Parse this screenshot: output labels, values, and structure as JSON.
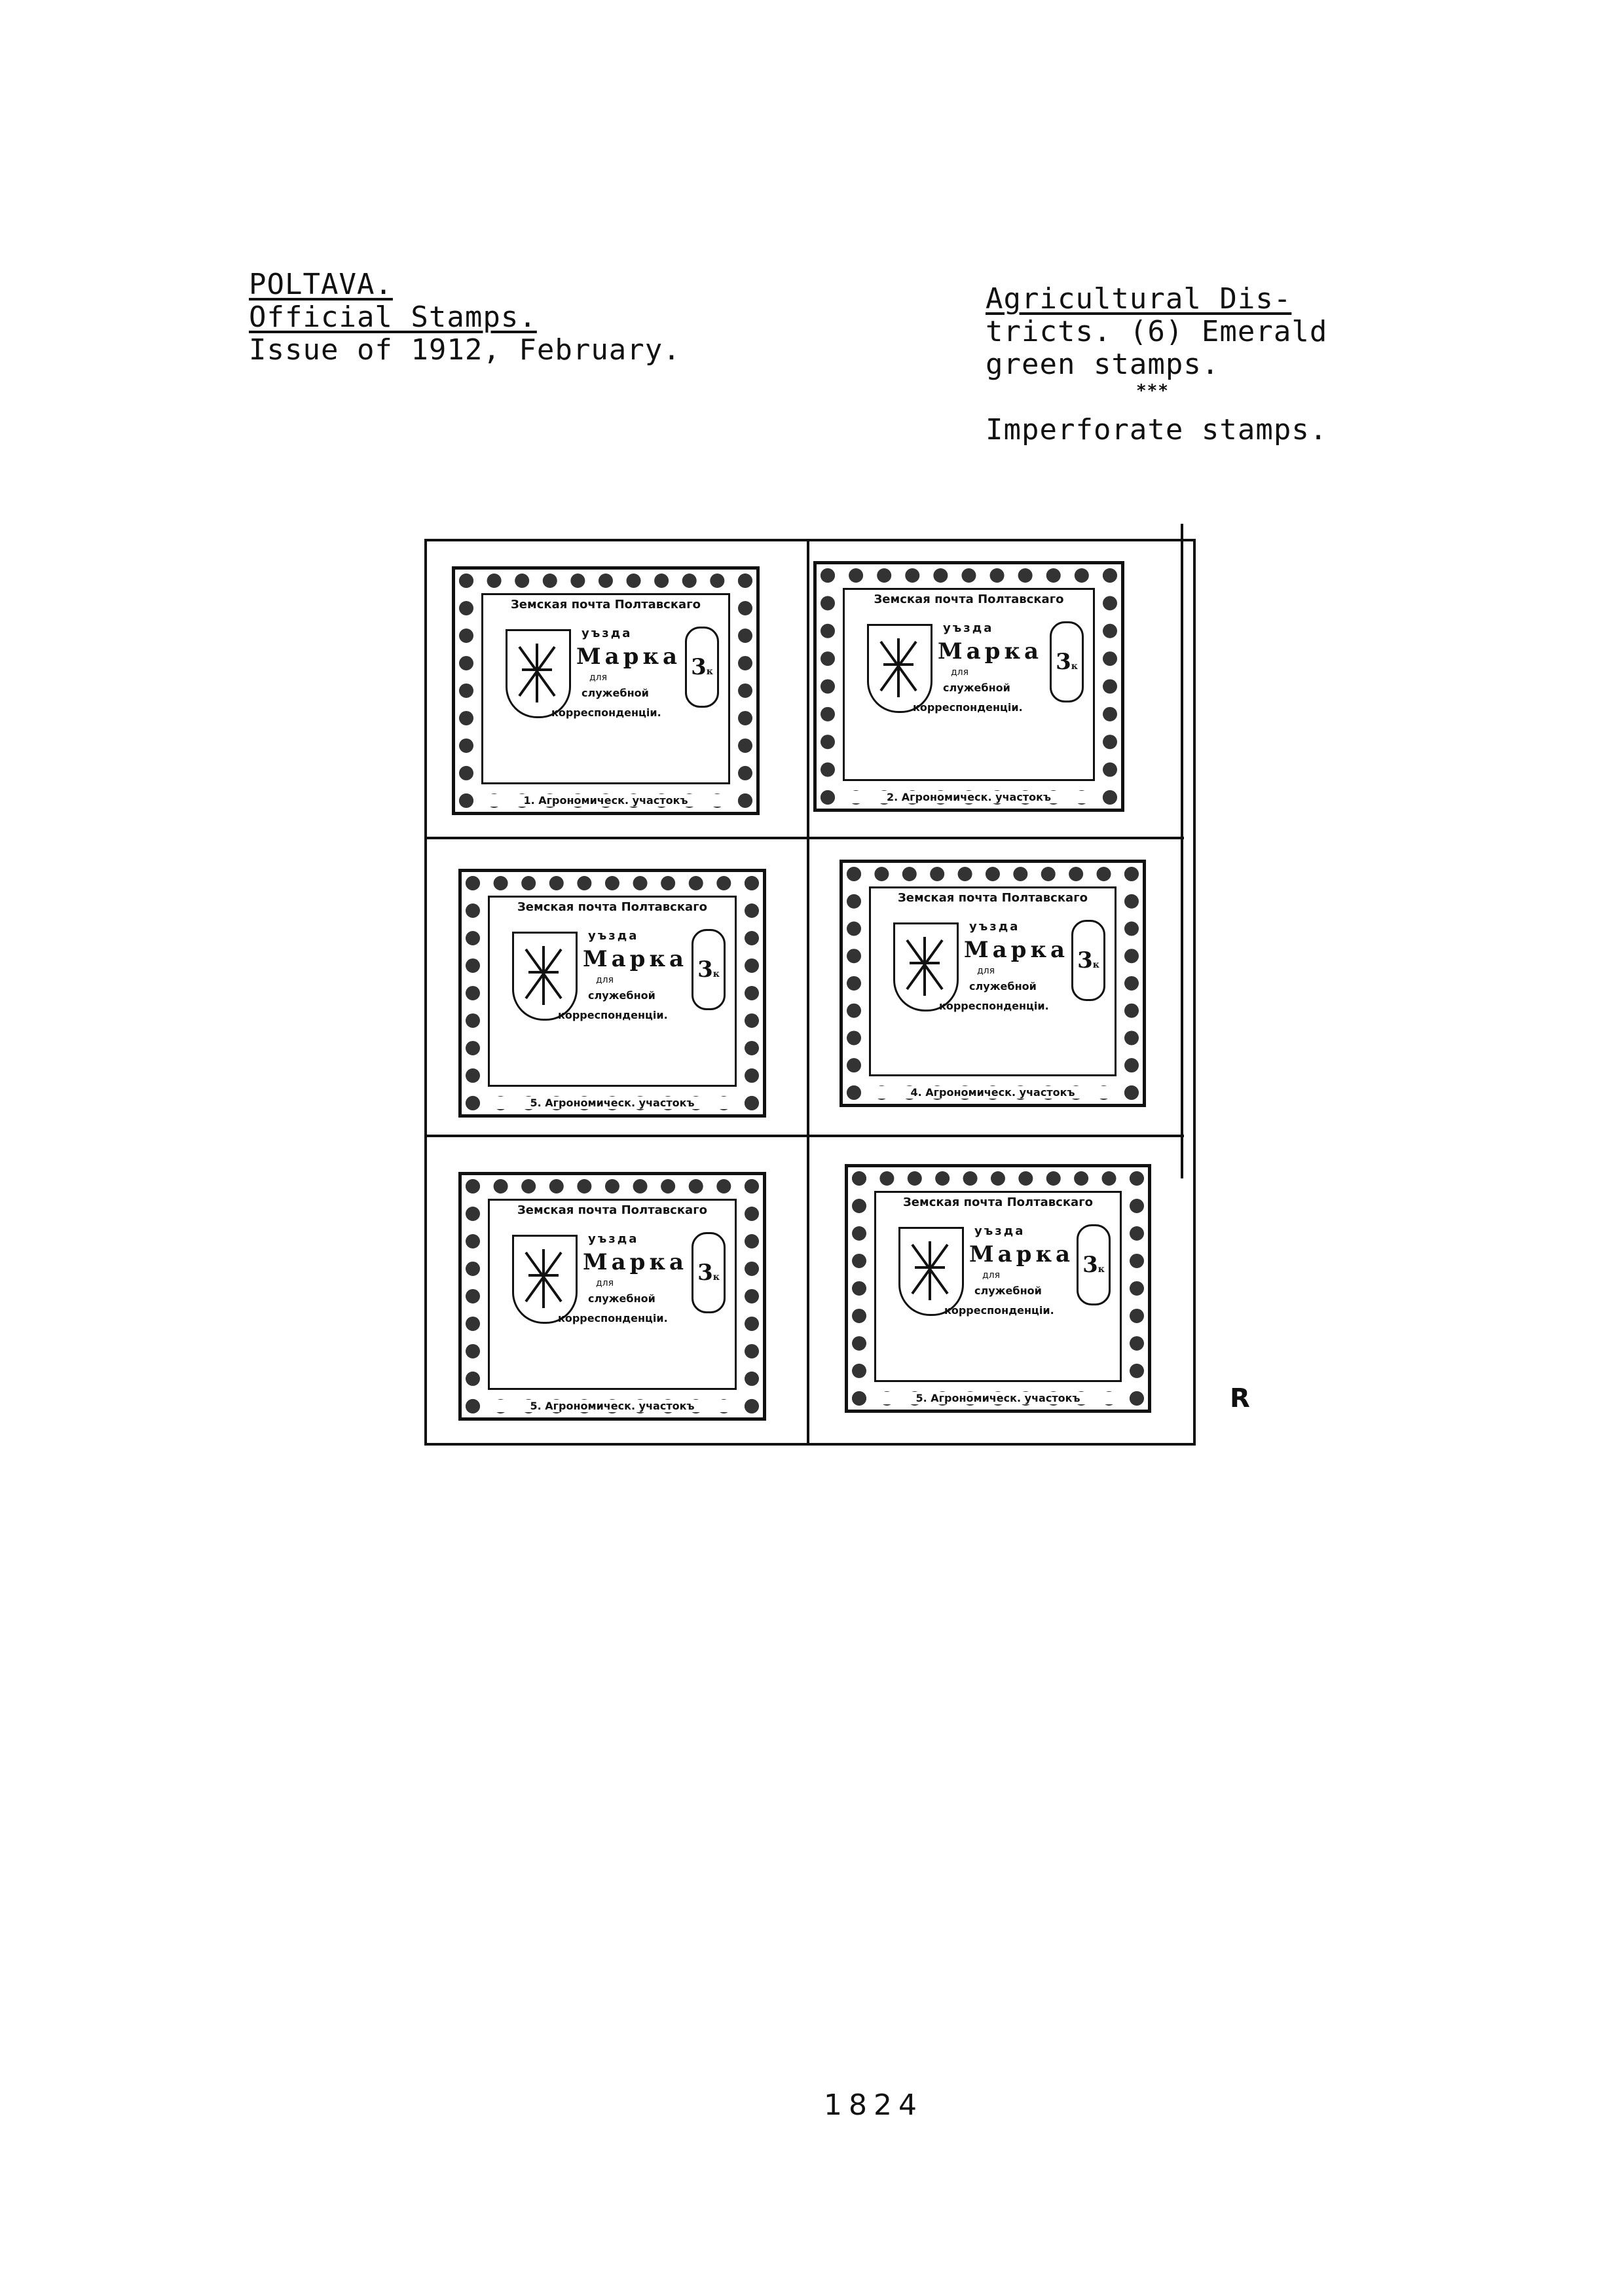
{
  "heading_left": {
    "line1": "POLTAVA.",
    "line2": "Official Stamps.",
    "line3": "Issue of 1912, February."
  },
  "heading_right": {
    "line1": "Agricultural  Dis-",
    "line2": "tricts. (6) Emerald",
    "line3": "green stamps.",
    "stars": "***",
    "line4": "Imperforate stamps."
  },
  "stamp_text": {
    "top": "Земская почта Полтавскаго",
    "uezda": "уъзда",
    "marka": "Марка",
    "dlya": "для",
    "sluzh": "служебной",
    "korr": "корреспонденцiи.",
    "value": "3",
    "value_unit": "к"
  },
  "stamps": [
    {
      "bottom": "1. Агрономическ. участокъ"
    },
    {
      "bottom": "2. Агрономическ. участокъ"
    },
    {
      "bottom": "5. Агрономическ. участокъ"
    },
    {
      "bottom": "4. Агрономическ. участокъ"
    },
    {
      "bottom": "5. Агрономическ. участокъ"
    },
    {
      "bottom": "5. Агрономическ. участокъ"
    }
  ],
  "margin_letter": "R",
  "page_number": "1824",
  "colors": {
    "ink": "#111111",
    "paper": "#ffffff"
  }
}
